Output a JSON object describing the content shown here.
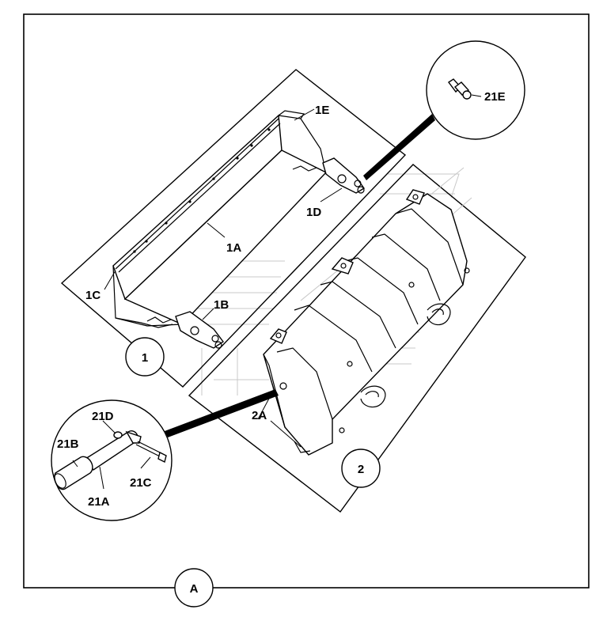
{
  "callouts": {
    "c_1E": "1E",
    "c_1D": "1D",
    "c_1A": "1A",
    "c_1B": "1B",
    "c_1C": "1C",
    "c_21E": "21E",
    "c_21D": "21D",
    "c_21B": "21B",
    "c_21C": "21C",
    "c_21A": "21A",
    "c_2A": "2A"
  },
  "circles": {
    "one": "1",
    "two": "2",
    "a": "A"
  }
}
